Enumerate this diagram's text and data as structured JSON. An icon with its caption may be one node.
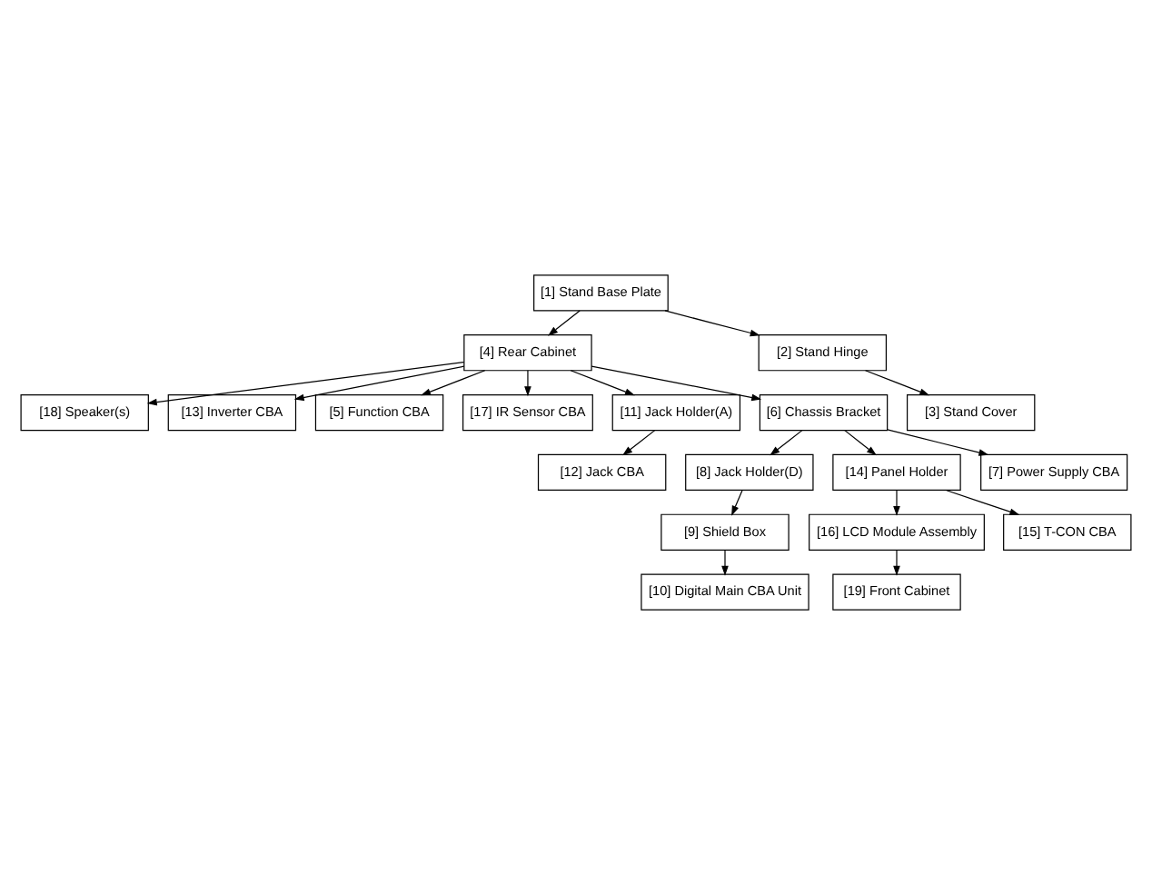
{
  "diagram": {
    "nodes": [
      {
        "text": [
          "[18] Speaker(s)"
        ]
      },
      {
        "text": [
          "[13] Inverter CBA"
        ]
      },
      {
        "text": [
          "[5] Function CBA"
        ]
      },
      {
        "text": [
          "[17] IR Sensor CBA"
        ]
      },
      {
        "text": [
          "[4] Rear Cabinet"
        ]
      },
      {
        "text": [
          "[1] Stand Base Plate"
        ]
      },
      {
        "text": [
          "[11] Jack Holder(A)"
        ]
      },
      {
        "text": [
          "[2] Stand Hinge"
        ]
      },
      {
        "text": [
          "[12] Jack CBA"
        ]
      },
      {
        "text": [
          "[6] Chassis Bracket"
        ]
      },
      {
        "text": [
          "[3] Stand Cover"
        ]
      },
      {
        "text": [
          "[8] Jack Holder(D)"
        ]
      },
      {
        "text": [
          "[14] Panel Holder"
        ]
      },
      {
        "text": [
          "[7] Power Supply CBA"
        ]
      },
      {
        "text": [
          "[9] Shield Box"
        ]
      },
      {
        "text": [
          "[16] LCD Module Assembly"
        ]
      },
      {
        "text": [
          "[15] T-CON CBA"
        ]
      },
      {
        "text": [
          "[10] Digital Main CBA Unit"
        ]
      },
      {
        "text": [
          "[19] Front Cabinet"
        ]
      }
    ],
    "edges": [
      {
        "from": 4,
        "to": 0,
        "arrow": "to"
      },
      {
        "from": 4,
        "to": 1,
        "arrow": "to"
      },
      {
        "from": 4,
        "to": 2,
        "arrow": "to"
      },
      {
        "from": 4,
        "to": 3,
        "arrow": "to"
      },
      {
        "from": 5,
        "to": 4,
        "arrow": "to"
      },
      {
        "from": 5,
        "to": 7,
        "arrow": "to"
      },
      {
        "from": 4,
        "to": 6,
        "arrow": "to"
      },
      {
        "from": 4,
        "to": 9,
        "arrow": "to"
      },
      {
        "from": 6,
        "to": 8,
        "arrow": "to"
      },
      {
        "from": 7,
        "to": 10,
        "arrow": "to"
      },
      {
        "from": 9,
        "to": 11,
        "arrow": "to"
      },
      {
        "from": 9,
        "to": 12,
        "arrow": "to"
      },
      {
        "from": 9,
        "to": 13,
        "arrow": "to"
      },
      {
        "from": 11,
        "to": 14,
        "arrow": "to"
      },
      {
        "from": 12,
        "to": 15,
        "arrow": "to"
      },
      {
        "from": 12,
        "to": 16,
        "arrow": "to"
      },
      {
        "from": 14,
        "to": 17,
        "arrow": "to"
      },
      {
        "from": 15,
        "to": 18,
        "arrow": "to"
      }
    ]
  }
}
